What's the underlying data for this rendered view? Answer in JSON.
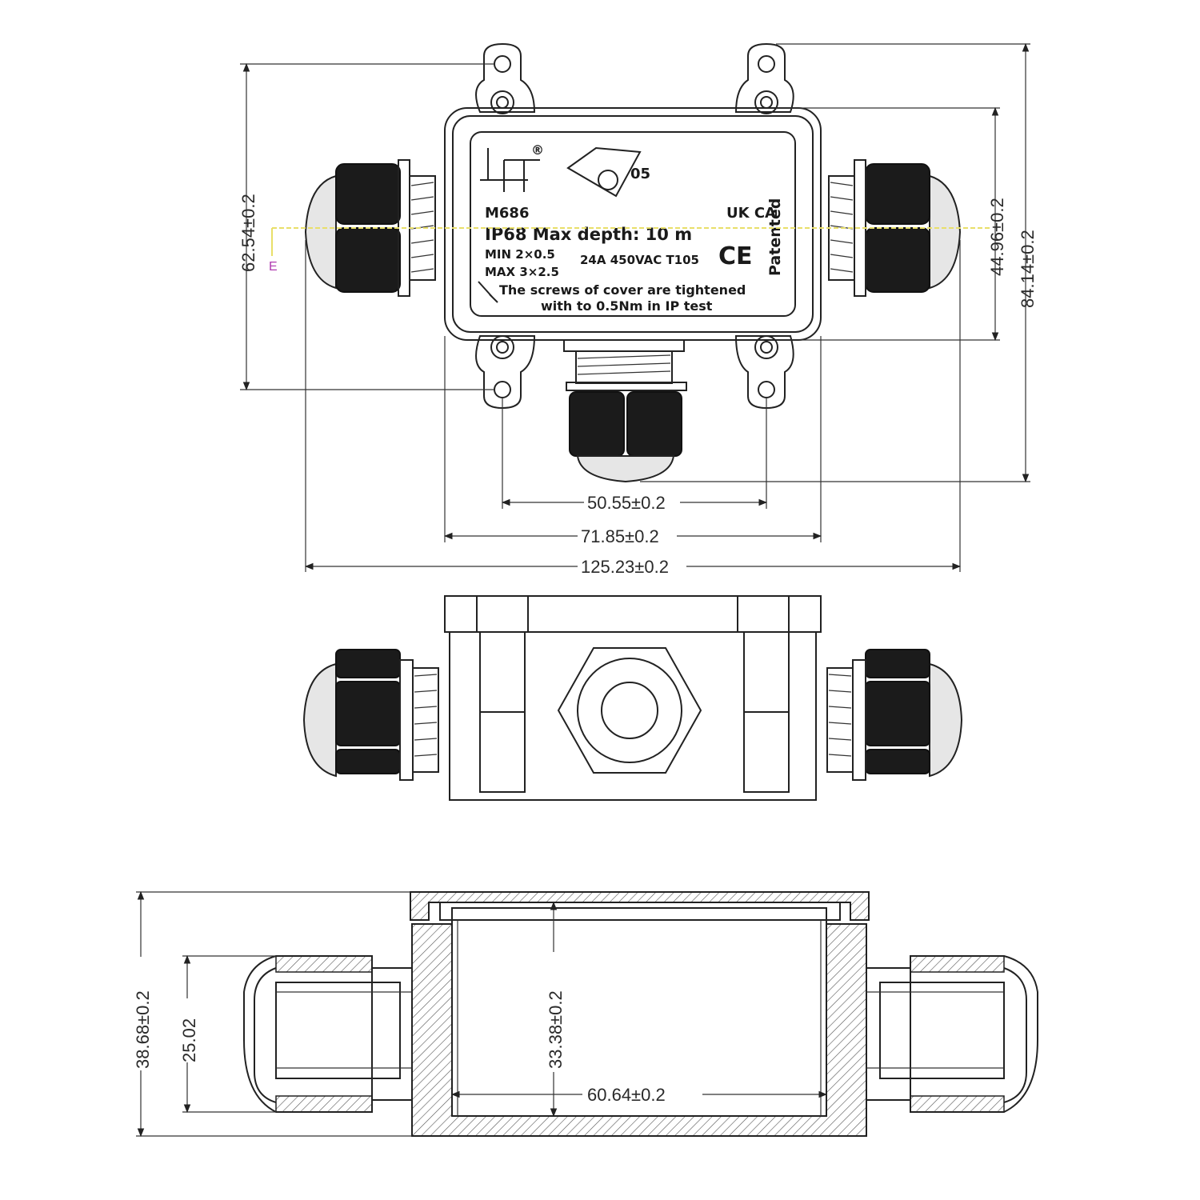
{
  "label": {
    "model": "M686",
    "ip_line": "IP68  Max  depth: 10 m",
    "min_line": "MIN  2×0.5",
    "max_line": "MAX  3×2.5",
    "rating": "24A 450VAC T105",
    "screws_line1": "The screws of cover are tightened",
    "screws_line2": "with to 0.5Nm in IP test",
    "patented": "Patented",
    "uk_mark": "UK CA",
    "ce_mark": "CE",
    "cert_number": "05",
    "registered": "®",
    "side_marker": "E"
  },
  "dimensions": {
    "top_left_height": "62.54±0.2",
    "top_right_inner_height": "44.96±0.2",
    "top_right_outer_height": "84.14±0.2",
    "hole_spacing": "50.55±0.2",
    "body_width": "71.85±0.2",
    "overall_length": "125.23±0.2",
    "section_total_height": "38.68±0.2",
    "section_gland_height": "25.02",
    "section_inner_height": "33.38±0.2",
    "section_inner_width": "60.64±0.2"
  },
  "colors": {
    "line": "#222222",
    "gland_fill": "#1b1b1b",
    "highlight_line": "#e8df6a",
    "marker": "#b03ab0"
  }
}
